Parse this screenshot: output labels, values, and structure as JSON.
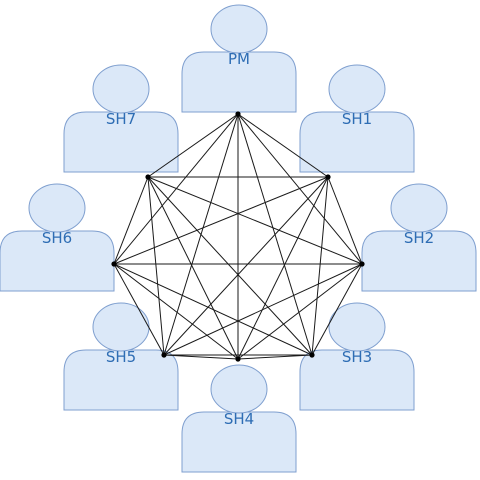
{
  "diagram": {
    "style": {
      "person_fill": "#dbe8f8",
      "person_stroke": "#7f9fcf",
      "label_color": "#2e6db4",
      "edge_color": "#1a1a1a"
    },
    "nodes": [
      {
        "id": "pm",
        "label": "PM"
      },
      {
        "id": "sh1",
        "label": "SH1"
      },
      {
        "id": "sh2",
        "label": "SH2"
      },
      {
        "id": "sh3",
        "label": "SH3"
      },
      {
        "id": "sh4",
        "label": "SH4"
      },
      {
        "id": "sh5",
        "label": "SH5"
      },
      {
        "id": "sh6",
        "label": "SH6"
      },
      {
        "id": "sh7",
        "label": "SH7"
      }
    ],
    "edges": "complete-graph"
  }
}
